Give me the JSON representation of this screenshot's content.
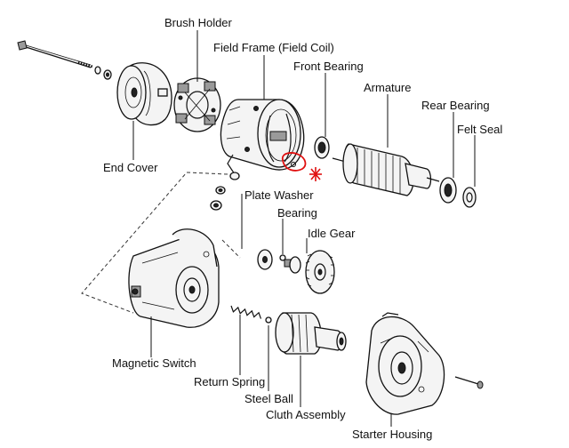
{
  "labels": {
    "brush_holder": "Brush Holder",
    "field_frame": "Field Frame (Field Coil)",
    "front_bearing": "Front Bearing",
    "armature": "Armature",
    "rear_bearing": "Rear Bearing",
    "felt_seal": "Felt Seal",
    "end_cover": "End Cover",
    "plate_washer": "Plate Washer",
    "bearing": "Bearing",
    "idle_gear": "Idle Gear",
    "magnetic_switch": "Magnetic Switch",
    "return_spring": "Return Spring",
    "steel_ball": "Steel Ball",
    "clutch_assembly": "Cluth Assembly",
    "starter_housing": "Starter Housing"
  },
  "annotation": {
    "highlight_color": "#e01010",
    "marker_symbol": "*"
  }
}
